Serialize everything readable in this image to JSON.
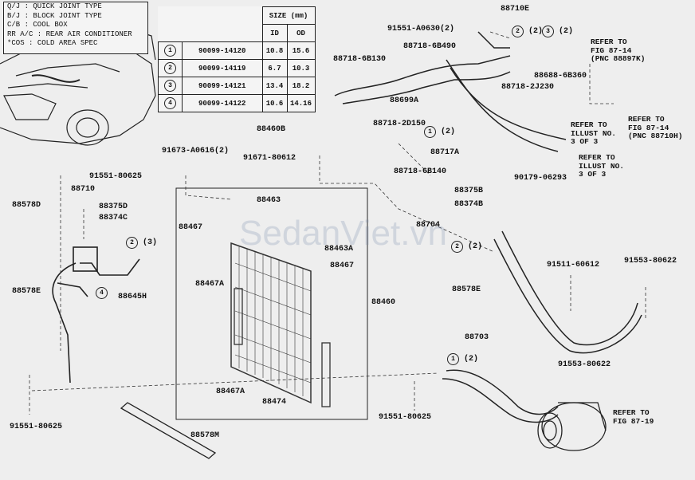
{
  "legend": [
    {
      "abbr": "Q/J",
      "text": "QUICK JOINT TYPE"
    },
    {
      "abbr": "B/J",
      "text": "BLOCK JOINT TYPE"
    },
    {
      "abbr": "C/B",
      "text": "COOL BOX"
    },
    {
      "abbr": "RR A/C",
      "text": "REAR AIR CONDITIONER"
    },
    {
      "abbr": "*COS",
      "text": "COLD AREA SPEC"
    }
  ],
  "size_table": {
    "title": "SIZE (mm)",
    "col_id": "ID",
    "col_od": "OD",
    "rows": [
      {
        "num": "1",
        "part": "90099-14120",
        "id": "10.8",
        "od": "15.6"
      },
      {
        "num": "2",
        "part": "90099-14119",
        "id": "6.7",
        "od": "10.3"
      },
      {
        "num": "3",
        "part": "90099-14121",
        "id": "13.4",
        "od": "18.2"
      },
      {
        "num": "4",
        "part": "90099-14122",
        "id": "10.6",
        "od": "14.16"
      }
    ]
  },
  "labels": {
    "p88710E": "88710E",
    "p91551A0630": "91551-A0630(2)",
    "p887186B490": "88718-6B490",
    "p887186B130": "88718-6B130",
    "p886886B360": "88688-6B360",
    "p887182J230": "88718-2J230",
    "p88699A": "88699A",
    "p88460B": "88460B",
    "p887182D150": "88718-2D150",
    "p88717A": "88717A",
    "p91673A0616": "91673-A0616(2)",
    "p9167180612": "91671-80612",
    "p887186B140": "88718-6B140",
    "p9017906293": "90179-06293",
    "p9155180625a": "91551-80625",
    "p88710": "88710",
    "p88578D": "88578D",
    "p88375D": "88375D",
    "p88374C": "88374C",
    "p88578E": "88578E",
    "p88645H": "88645H",
    "p88463": "88463",
    "p88467a": "88467",
    "p88463A": "88463A",
    "p88467b": "88467",
    "p88467Aa": "88467A",
    "p88460": "88460",
    "p88467Ab": "88467A",
    "p88474": "88474",
    "p88578M": "88578M",
    "p9155180625b": "91551-80625",
    "p9155180625c": "91551-80625",
    "p88375B": "88375B",
    "p88374B": "88374B",
    "p88704": "88704",
    "p9151160612": "91511-60612",
    "p9155380622a": "91553-80622",
    "p88578E2": "88578E",
    "p88703": "88703",
    "p9155380622b": "91553-80622"
  },
  "callouts": {
    "c2x2": "(2)",
    "c3x2": "(2)",
    "c1x2a": "(2)",
    "c2x3": "(3)",
    "c4": "4",
    "c2x2b": "(2)",
    "c1x2b": "(2)",
    "n1": "1",
    "n2": "2",
    "n3": "3",
    "n2b": "2",
    "n1b": "1",
    "n2c": "2"
  },
  "refer_notes": {
    "r1": "REFER TO\nFIG 87-14\n(PNC 88897K)",
    "r2": "REFER TO\nFIG 87-14\n(PNC 88710H)",
    "r3": "REFER TO\nILLUST NO.\n3 OF 3",
    "r4": "REFER TO\nILLUST NO.\n3 OF 3",
    "r5": "REFER TO\nFIG 87-19"
  },
  "watermark": "SedanViet.vn"
}
